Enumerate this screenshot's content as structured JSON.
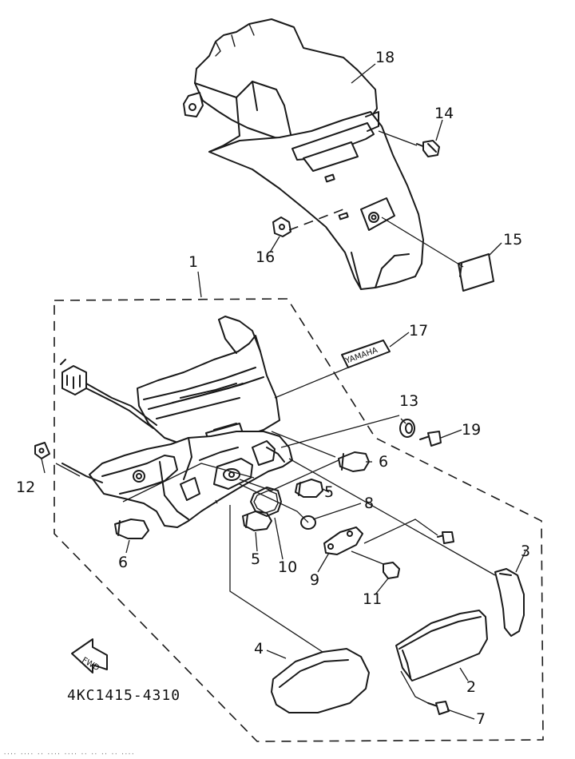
{
  "diagram": {
    "part_code": "4KC1415-4310",
    "emblem_text": "YAMAHA",
    "fwd_label": "FWD",
    "footer_text": "···· ····  ··  ···· ····    ·· ·· ·· ··  ····",
    "callouts": {
      "c1": "1",
      "c2": "2",
      "c3": "3",
      "c4": "4",
      "c5a": "5",
      "c5b": "5",
      "c6a": "6",
      "c6b": "6",
      "c7": "7",
      "c8": "8",
      "c9": "9",
      "c10": "10",
      "c11": "11",
      "c12": "12",
      "c13": "13",
      "c14": "14",
      "c15": "15",
      "c16": "16",
      "c17": "17",
      "c18": "18",
      "c19": "19"
    }
  }
}
